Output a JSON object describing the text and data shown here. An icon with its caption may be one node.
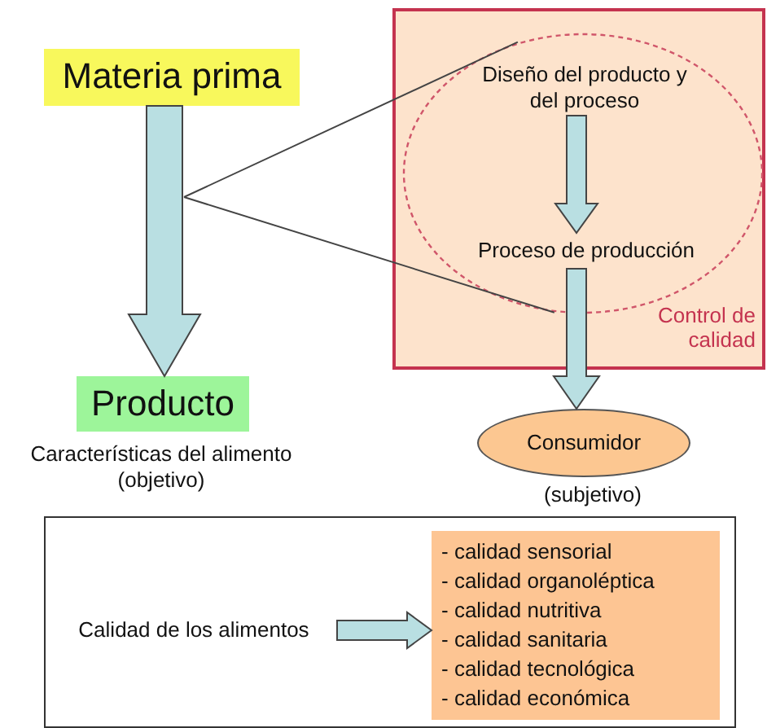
{
  "diagram": {
    "nodes": [
      {
        "text": [
          "Materia prima"
        ]
      },
      {
        "text": [
          "Producto"
        ],
        "beside": [
          "Características del alimento (objetivo)"
        ]
      },
      {
        "text": [
          "Control de calidad"
        ]
      },
      {
        "text": [],
        "shape": "circle",
        "in": 2
      },
      {
        "text": [
          "Diseño del producto y del proceso"
        ],
        "in": 3
      },
      {
        "text": [
          "Proceso de producción"
        ],
        "in": 3
      },
      {
        "text": [
          "Consumidor"
        ],
        "beside": [
          "(subjetivo)"
        ]
      },
      {
        "text": [],
        "shape": "box"
      },
      {
        "text": [
          "Calidad de los alimentos"
        ],
        "in": 7
      },
      {
        "text": [
          "- calidad sensorial",
          "- calidad organoléptica",
          "- calidad nutritiva",
          "- calidad sanitaria",
          "- calidad tecnológica",
          "- calidad económica"
        ],
        "in": 7
      }
    ],
    "edges": [
      {
        "from": 0,
        "to": 1,
        "arrow": "to"
      },
      {
        "from": 4,
        "to": 5,
        "arrow": "to"
      },
      {
        "from": 5,
        "to": 6,
        "arrow": "to"
      },
      {
        "from": 8,
        "to": 9,
        "arrow": "to"
      },
      {
        "from": null,
        "to": 3,
        "arrow": "none"
      },
      {
        "from": null,
        "to": 3,
        "arrow": "none"
      }
    ]
  }
}
